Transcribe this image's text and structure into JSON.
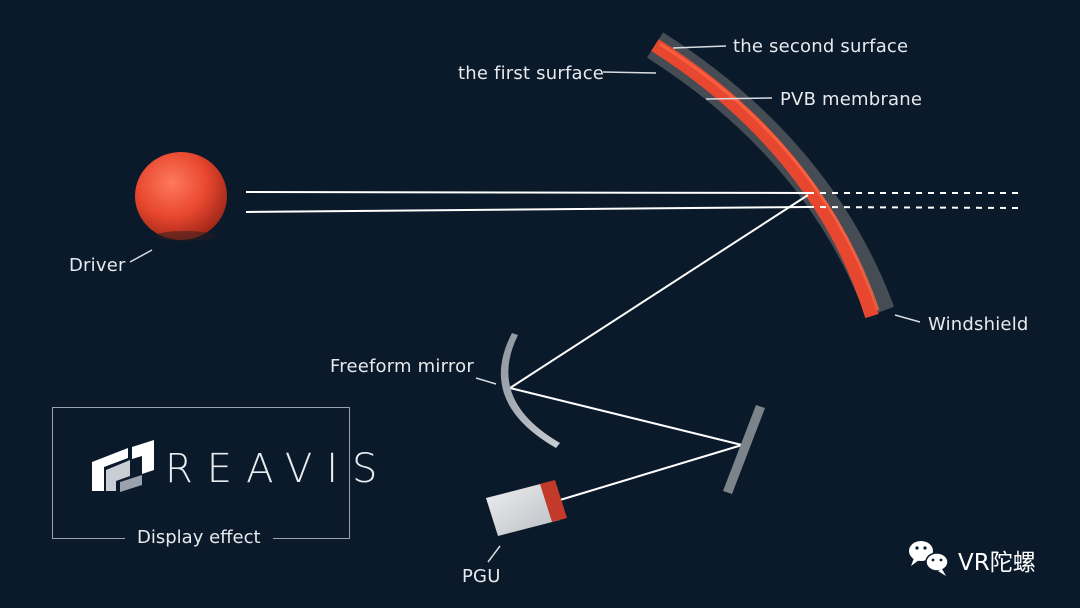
{
  "labels": {
    "second_surface": "the second surface",
    "first_surface": "the first surface",
    "pvb_membrane": "PVB membrane",
    "driver": "Driver",
    "windshield": "Windshield",
    "freeform_mirror": "Freeform mirror",
    "pgu": "PGU"
  },
  "brand": {
    "logo_text": "REAVIS",
    "caption": "Display effect"
  },
  "watermark": {
    "icon": "wechat-icon",
    "text": "VR陀螺"
  },
  "colors": {
    "background": "#0b1a2a",
    "accent": "#e8472f",
    "line": "#ffffff",
    "glass": "#4a4f55"
  }
}
